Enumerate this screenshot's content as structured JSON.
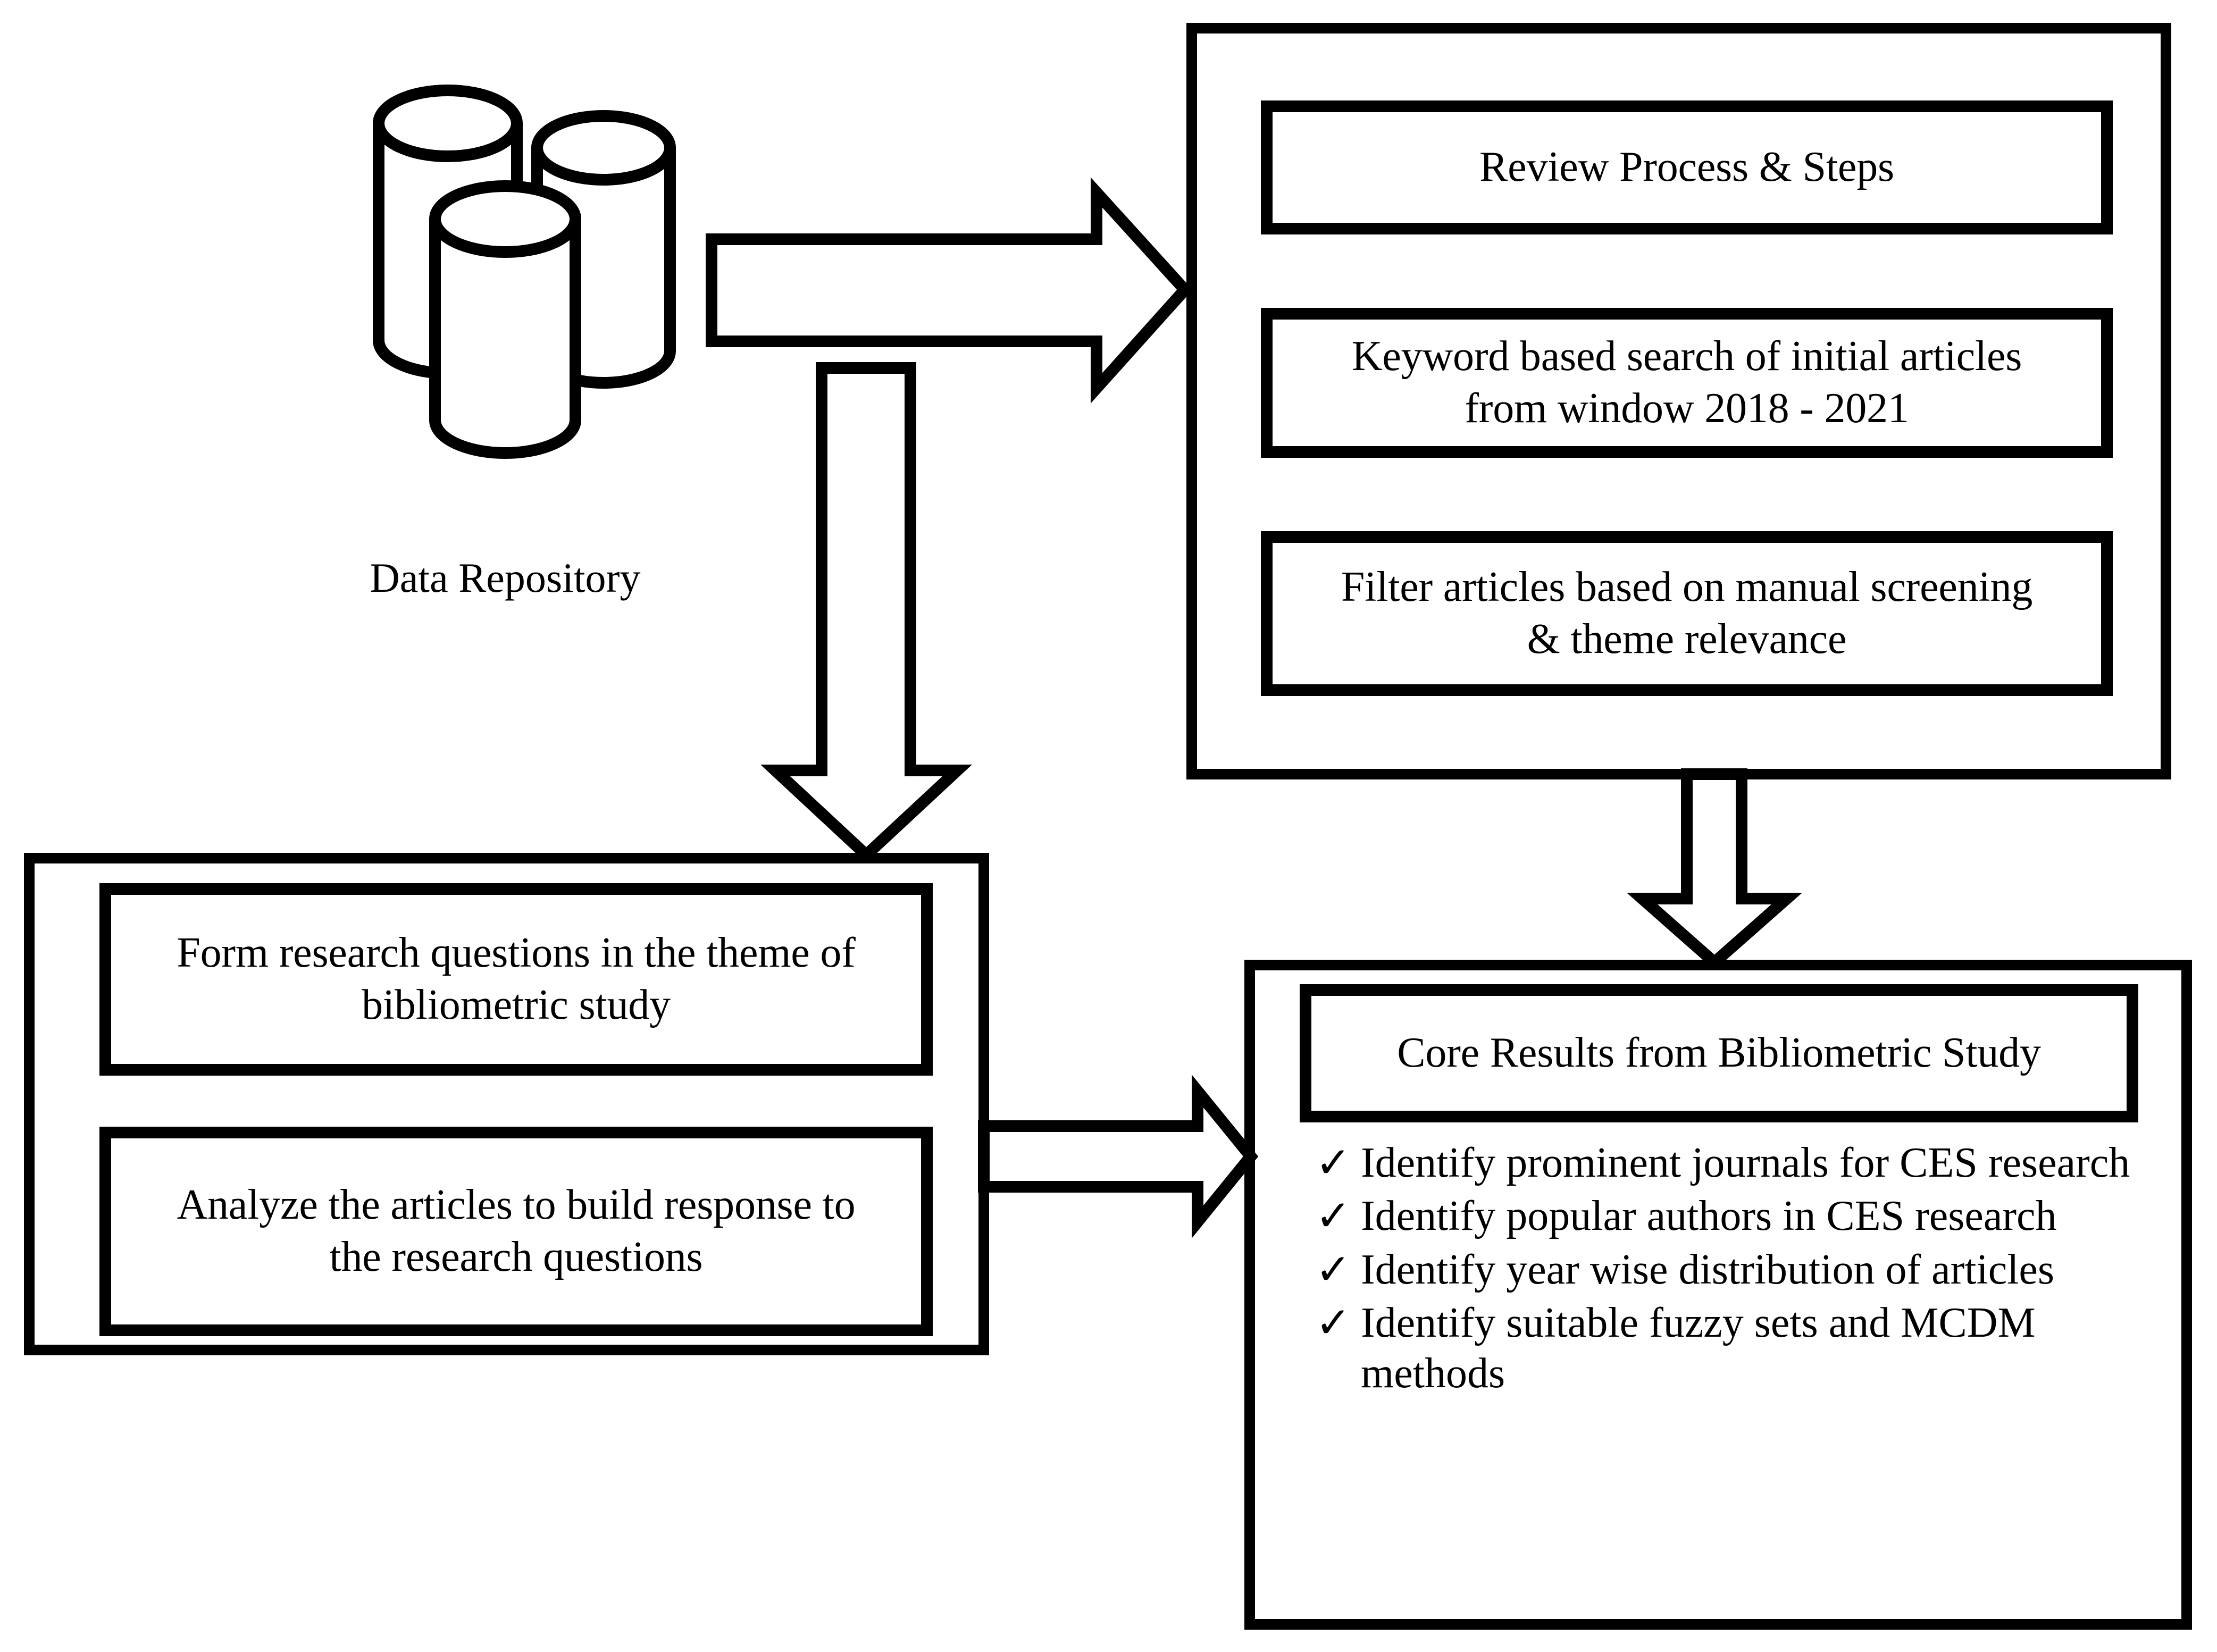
{
  "diagram": {
    "title_semantic": "bibliometric-review-methodology-flowchart",
    "colors": {
      "stroke": "#000000",
      "fill": "#ffffff",
      "background": "#ffffff"
    },
    "source": {
      "icon": "database-cylinders-icon",
      "caption": "Data Repository"
    },
    "review_panel": {
      "name": "review-process-panel",
      "steps": [
        {
          "label": "Review Process & Steps"
        },
        {
          "label": "Keyword based search of initial articles\nfrom window 2018 - 2021"
        },
        {
          "label": "Filter articles based on manual screening\n& theme relevance"
        }
      ]
    },
    "research_panel": {
      "name": "research-questions-panel",
      "steps": [
        {
          "label": "Form research questions in the theme of\nbibliometric study"
        },
        {
          "label": "Analyze the articles to build response to\nthe research questions"
        }
      ]
    },
    "results_panel": {
      "name": "core-results-panel",
      "heading": "Core Results from Bibliometric Study",
      "bullet_glyph": "✓",
      "items": [
        "Identify prominent journals for CES research",
        "Identify popular authors in CES research",
        "Identify year wise distribution of articles",
        "Identify suitable fuzzy sets and MCDM methods"
      ]
    },
    "arrows": [
      {
        "name": "arrow-repository-to-review",
        "direction": "right"
      },
      {
        "name": "arrow-repository-to-research",
        "direction": "down"
      },
      {
        "name": "arrow-review-to-results",
        "direction": "down"
      },
      {
        "name": "arrow-research-to-results",
        "direction": "right"
      }
    ]
  }
}
